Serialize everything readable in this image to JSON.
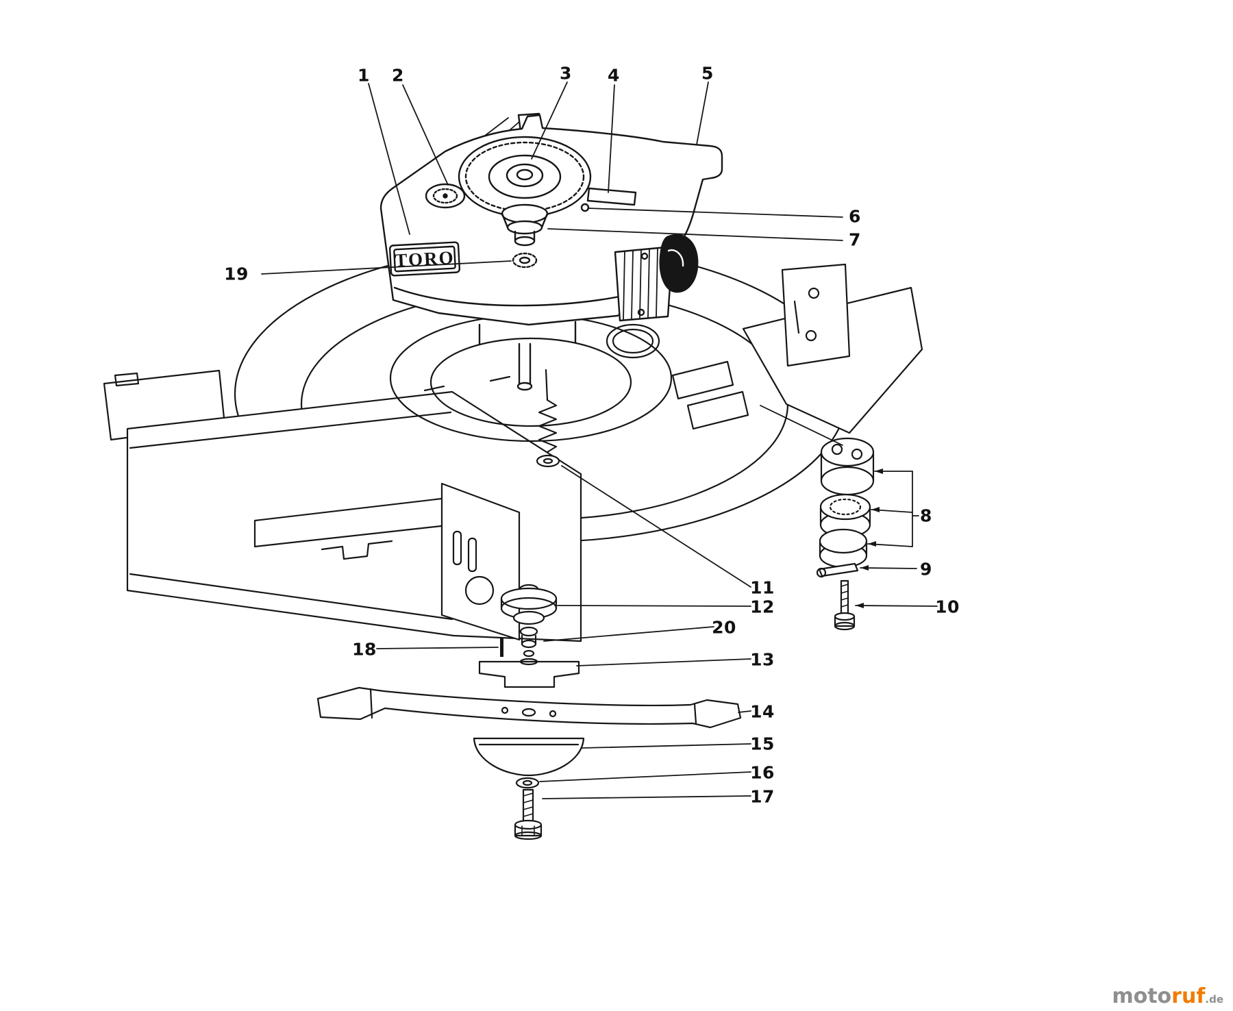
{
  "colors": {
    "background": "#ffffff",
    "line": "#161616",
    "watermark_gray": "#8f8f8f",
    "watermark_orange": "#f07c00"
  },
  "diagram": {
    "engine_brand": "TORO",
    "callouts": [
      {
        "label": "1"
      },
      {
        "label": "2"
      },
      {
        "label": "3"
      },
      {
        "label": "4"
      },
      {
        "label": "5"
      },
      {
        "label": "6"
      },
      {
        "label": "7"
      },
      {
        "label": "8"
      },
      {
        "label": "9"
      },
      {
        "label": "10"
      },
      {
        "label": "11"
      },
      {
        "label": "12"
      },
      {
        "label": "13"
      },
      {
        "label": "14"
      },
      {
        "label": "15"
      },
      {
        "label": "16"
      },
      {
        "label": "17"
      },
      {
        "label": "18"
      },
      {
        "label": "19"
      },
      {
        "label": "20"
      }
    ]
  },
  "watermark": {
    "part1": "moto",
    "part2": "ruf",
    "part3": ".de"
  }
}
